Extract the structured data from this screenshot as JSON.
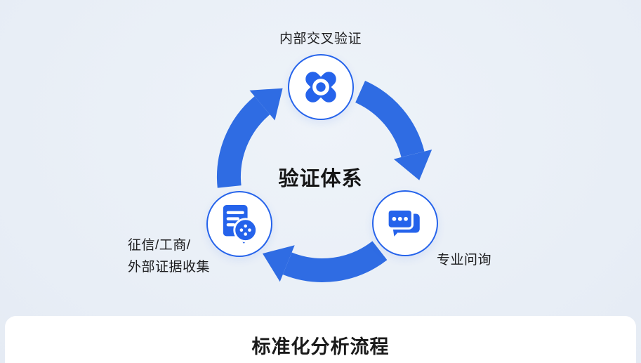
{
  "diagram": {
    "top_label": "内部交叉验证",
    "center_label": "验证体系",
    "bottom_right_label": "专业问询",
    "bottom_left_label_line1": "征信/工商/",
    "bottom_left_label_line2": "外部证据收集",
    "footer_title": "标准化分析流程",
    "icons": {
      "top": "cross-validation-icon",
      "bottom_left": "document-chat-icon",
      "bottom_right": "chat-bubbles-icon"
    },
    "colors": {
      "arrow_blue": "#2F6CE3",
      "icon_blue": "#2563EB",
      "node_border": "#2563EB",
      "background": "#EAF0F7",
      "footer_background": "#FFFFFF",
      "text": "#1C1C1E"
    }
  }
}
